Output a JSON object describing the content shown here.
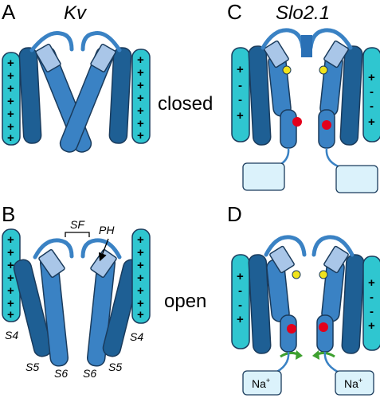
{
  "panels": {
    "a": {
      "letter": "A",
      "title": "Kv",
      "state": "closed"
    },
    "b": {
      "letter": "B",
      "state": "open",
      "labels": {
        "sf": "SF",
        "ph": "PH",
        "s4_left": "S4",
        "s4_right": "S4",
        "s5_left": "S5",
        "s6_left": "S6",
        "s6_right": "S6",
        "s5_right": "S5"
      }
    },
    "c": {
      "letter": "C",
      "title": "Slo2.1"
    },
    "d": {
      "letter": "D",
      "sodium": {
        "symbol": "Na",
        "charge": "+"
      }
    }
  },
  "charges": {
    "plus": "+",
    "minus": "-",
    "a_left": [
      "+",
      "+",
      "+",
      "+",
      "+",
      "+",
      "+"
    ],
    "a_right": [
      "+",
      "+",
      "+",
      "+",
      "+",
      "+",
      "+"
    ],
    "b_left": [
      "+",
      "+",
      "+",
      "+",
      "+",
      "+",
      "+"
    ],
    "b_right": [
      "+",
      "+",
      "+",
      "+",
      "+",
      "+",
      "+"
    ],
    "c_left": [
      "+",
      "-",
      "-",
      "+"
    ],
    "c_right": [
      "+",
      "-",
      "-",
      "+"
    ],
    "d_left": [
      "+",
      "-",
      "-",
      "+"
    ],
    "d_right": [
      "+",
      "-",
      "-",
      "+"
    ]
  },
  "colors": {
    "s4": "#2fc6d0",
    "s5": "#1e5f94",
    "s6": "#3a82c4",
    "pore_helix": "#a9c6e8",
    "selectivity_filter": "#3a82c4",
    "yellow_site": "#f0e31c",
    "red_site": "#e3001b",
    "cytoplasmic_domain": "#dbf2fb",
    "arrow": "#3ea02f",
    "outline": "#1a3b5c"
  }
}
